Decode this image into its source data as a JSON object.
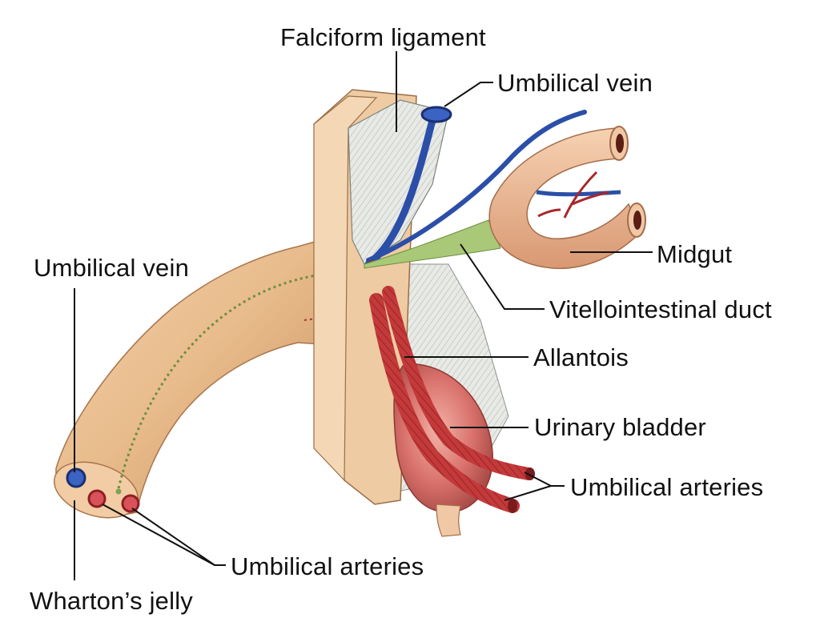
{
  "labels": {
    "falciform_ligament": "Falciform ligament",
    "umbilical_vein_top": "Umbilical vein",
    "umbilical_vein_left": "Umbilical vein",
    "midgut": "Midgut",
    "vitellointestinal_duct": "Vitellointestinal duct",
    "allantois": "Allantois",
    "urinary_bladder": "Urinary bladder",
    "umbilical_arteries_right": "Umbilical arteries",
    "umbilical_arteries_bottom": "Umbilical arteries",
    "whartons_jelly": "Wharton’s jelly"
  },
  "colors": {
    "cord": "#e9bf94",
    "cord_shadow": "#c9925f",
    "vein": "#2b4fa8",
    "artery": "#c2383a",
    "artery_dark": "#8e1f22",
    "wall": "#f0cda6",
    "membrane": "#e7e9e6",
    "duct": "#9fbf6a",
    "bladder": "#d8706a",
    "leader": "#111111"
  }
}
